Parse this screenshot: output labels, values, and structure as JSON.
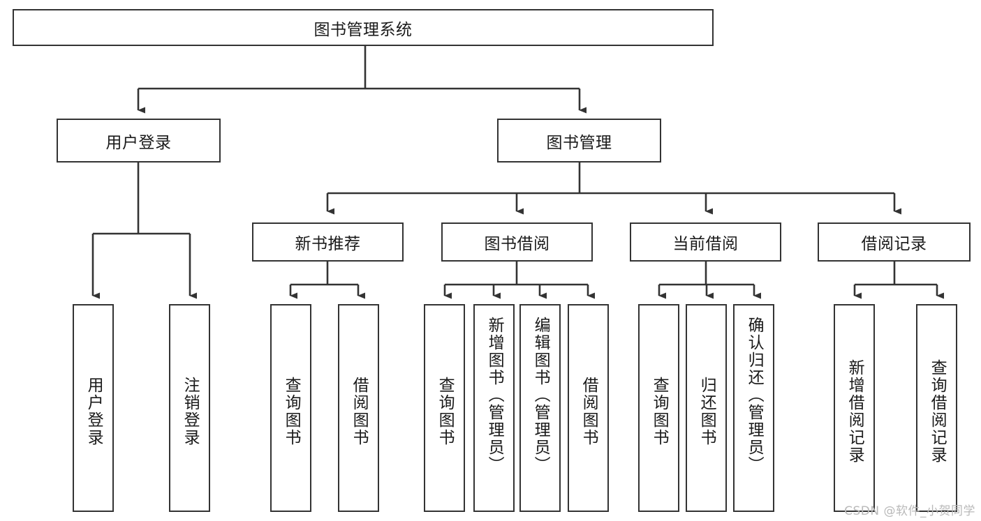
{
  "diagram": {
    "title": "图书管理系统",
    "type": "tree-hierarchy",
    "watermark": "CSDN @软件_小贺同学",
    "root": {
      "label": "图书管理系统"
    },
    "level2": [
      {
        "label": "用户登录"
      },
      {
        "label": "图书管理"
      }
    ],
    "level3": [
      {
        "label": "新书推荐"
      },
      {
        "label": "图书借阅"
      },
      {
        "label": "当前借阅"
      },
      {
        "label": "借阅记录"
      }
    ],
    "leaves": {
      "user_login": [
        {
          "label": "用户登录"
        },
        {
          "label": "注销登录"
        }
      ],
      "new_book_recommend": [
        {
          "label": "查询图书"
        },
        {
          "label": "借阅图书"
        }
      ],
      "book_borrow": [
        {
          "label": "查询图书"
        },
        {
          "label": "新增图书（管理员）"
        },
        {
          "label": "编辑图书（管理员）"
        },
        {
          "label": "借阅图书"
        }
      ],
      "current_borrow": [
        {
          "label": "查询图书"
        },
        {
          "label": "归还图书"
        },
        {
          "label": "确认归还（管理员）"
        }
      ],
      "borrow_record": [
        {
          "label": "新增借阅记录"
        },
        {
          "label": "查询借阅记录"
        }
      ]
    },
    "colors": {
      "stroke": "#333333",
      "fill": "#ffffff",
      "text": "#1a1a1a",
      "watermark": "#b9b9b9"
    }
  }
}
